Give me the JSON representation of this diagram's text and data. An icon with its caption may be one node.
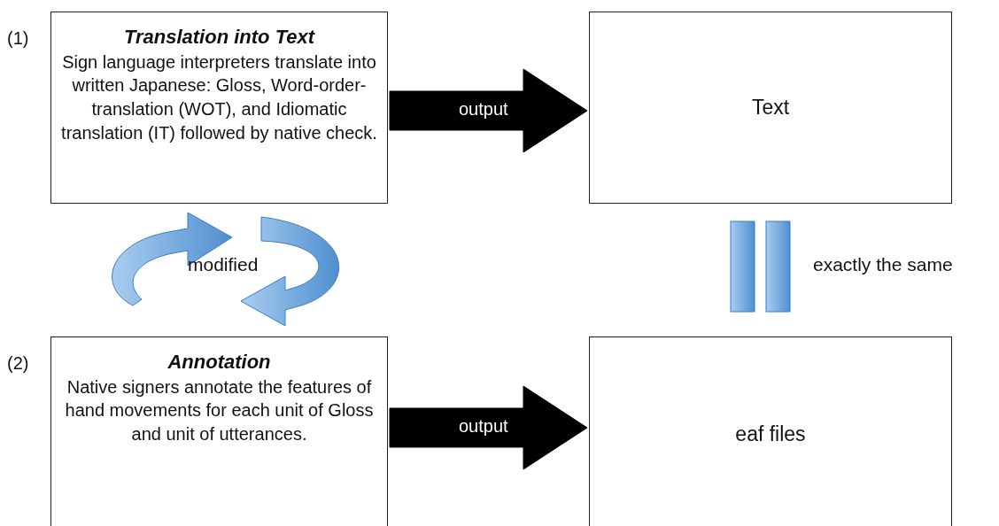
{
  "diagram": {
    "nodes": [
      {
        "text": [
          "Translation into Text",
          "Sign language interpreters translate into written Japanese: Gloss, Word-order-translation (WOT), and Idiomatic translation (IT) followed by native check."
        ],
        "beside": [
          "(1)"
        ]
      },
      {
        "text": [
          "Text"
        ]
      },
      {
        "text": [
          "Annotation",
          "Native signers annotate the features of hand movements for each unit of Gloss and unit of utterances."
        ],
        "beside": [
          "(2)"
        ]
      },
      {
        "text": [
          "eaf files"
        ]
      }
    ],
    "edges": [
      {
        "from": 0,
        "to": 1,
        "arrow": "to",
        "label": "output",
        "style": "thick"
      },
      {
        "from": 2,
        "to": 3,
        "arrow": "to",
        "label": "output",
        "style": "thick"
      }
    ],
    "labels": [
      "modified",
      "exactly the same"
    ]
  }
}
